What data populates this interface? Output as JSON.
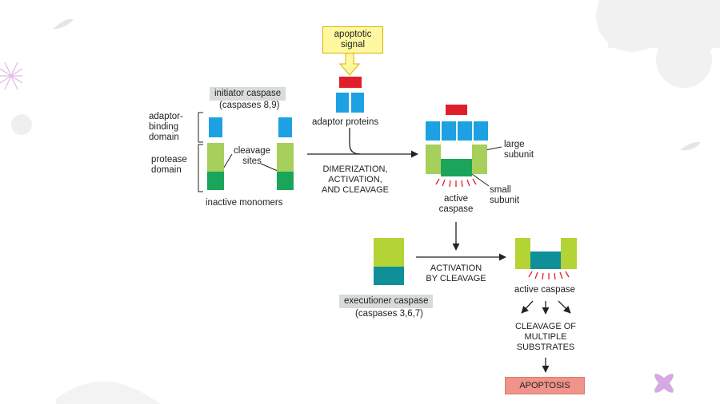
{
  "labels": {
    "apoptotic_signal": "apoptotic\nsignal",
    "adaptor_proteins": "adaptor proteins",
    "initiator_title": "initiator caspase",
    "initiator_sub": "(caspases 8,9)",
    "adaptor_binding_domain": "adaptor-\nbinding\ndomain",
    "protease_domain": "protease\ndomain",
    "cleavage_sites": "cleavage\nsites",
    "inactive_monomers": "inactive monomers",
    "step1": "DIMERIZATION,\nACTIVATION,\nAND CLEAVAGE",
    "large_subunit": "large\nsubunit",
    "small_subunit": "small\nsubunit",
    "active_caspase_1": "active\ncaspase",
    "step2": "ACTIVATION\nBY CLEAVAGE",
    "executioner_title": "executioner caspase",
    "executioner_sub": "(caspases 3,6,7)",
    "active_caspase_2": "active caspase",
    "cleavage_substrates": "CLEAVAGE OF\nMULTIPLE\nSUBSTRATES",
    "apoptosis": "APOPTOSIS"
  },
  "colors": {
    "adaptor_blue": "#1da1e2",
    "signal_red": "#e01e2a",
    "protease_light_green": "#a6cf5b",
    "protease_dark_green": "#1aa55a",
    "executioner_lime": "#b4d334",
    "executioner_teal": "#0f9098",
    "apoptosis_box": "#f0948a",
    "signal_box": "#fff8a0"
  }
}
